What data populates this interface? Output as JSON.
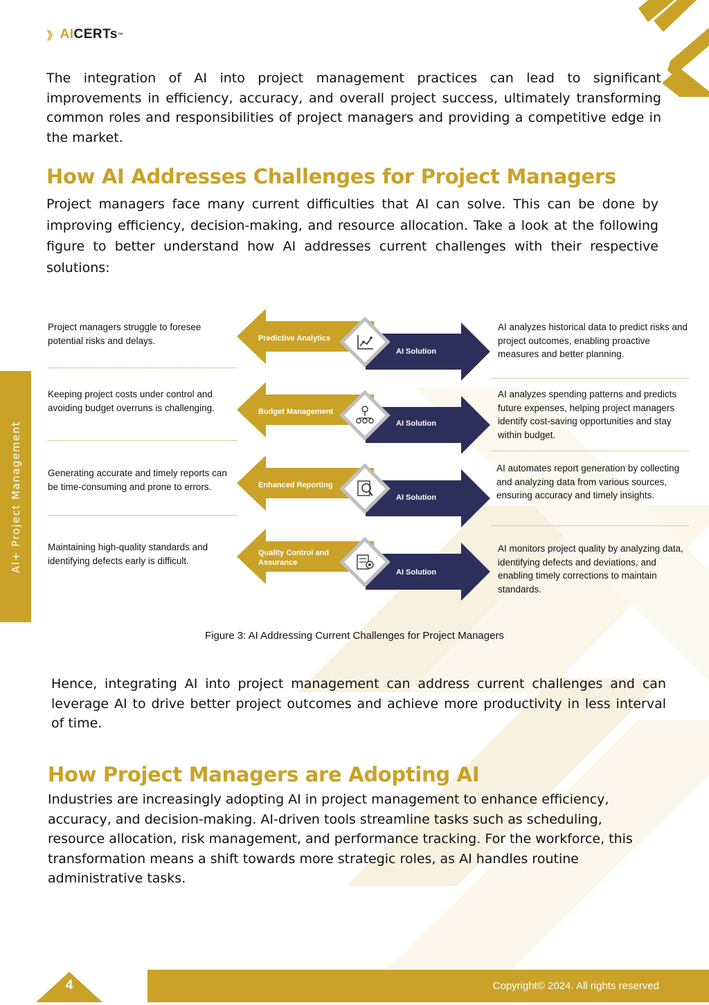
{
  "header": {
    "logo_ai": "AI",
    "logo_certs": "CERTs",
    "logo_tm": "™"
  },
  "intro_paragraph": "The integration of AI into project management practices can lead to significant improvements in efficiency, accuracy, and overall project success, ultimately transforming common roles and responsibilities of project managers and providing a competitive edge in the market.",
  "section1": {
    "heading": "How AI Addresses Challenges for Project Managers",
    "paragraph": "Project managers face many current difficulties that AI can solve. This can be done by improving efficiency, decision-making, and resource allocation. Take a look at the following figure to better understand how AI addresses current challenges with their respective solutions:"
  },
  "sidebar_tab": "AI+ Project Management",
  "figure": {
    "solution_label": "AI Solution",
    "rows": [
      {
        "challenge": "Project managers struggle to foresee potential risks and delays.",
        "category": "Predictive Analytics",
        "icon": "analytics-chart-icon",
        "solution": "AI analyzes historical data to predict risks and project outcomes, enabling proactive measures and better planning."
      },
      {
        "challenge": "Keeping project costs under control and avoiding budget overruns is challenging.",
        "category": "Budget Management",
        "icon": "budget-network-icon",
        "solution": "AI analyzes spending patterns and predicts future expenses, helping project managers identify cost-saving opportunities and stay within budget."
      },
      {
        "challenge": "Generating accurate and timely reports can be time-consuming and prone to errors.",
        "category": "Enhanced Reporting",
        "icon": "report-search-icon",
        "solution": "AI automates report generation by collecting and analyzing data from various sources, ensuring accuracy and timely insights."
      },
      {
        "challenge": "Maintaining high-quality standards and identifying defects early is difficult.",
        "category": "Quality Control and Assurance",
        "icon": "quality-certificate-icon",
        "solution": "AI monitors project quality by analyzing data, identifying defects and deviations, and enabling timely corrections to maintain standards."
      }
    ],
    "caption": "Figure 3: AI Addressing Current Challenges for Project Managers"
  },
  "conclusion_paragraph": "Hence, integrating AI into project management can address current challenges and can leverage AI to drive better project outcomes and achieve more productivity in less interval of time.",
  "section2": {
    "heading": "How Project Managers are Adopting AI",
    "paragraph": "Industries are increasingly adopting AI in project management to enhance efficiency, accuracy, and decision-making. AI-driven tools streamline tasks such as scheduling, resource allocation, risk management, and performance tracking. For the workforce, this transformation means a shift towards more strategic roles, as AI handles routine administrative tasks."
  },
  "footer": {
    "page_number": "4",
    "copyright": "Copyright© 2024. All rights reserved"
  },
  "colors": {
    "gold": "#c9a227",
    "navy": "#2d2f5b",
    "watermark": "#f6f1de"
  }
}
